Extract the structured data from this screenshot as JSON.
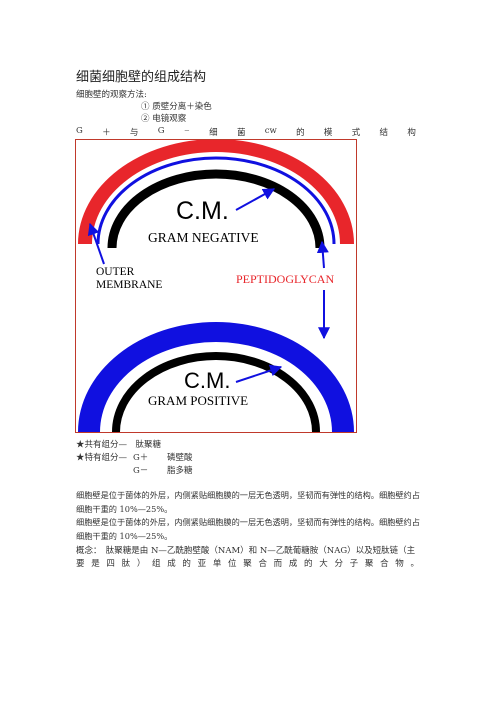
{
  "title": "细菌细胞壁的组成结构",
  "intro": "细胞壁的观察方法:",
  "methods": [
    "① 质壁分离＋染色",
    "② 电镜观察"
  ],
  "heading_chars": [
    "G",
    "＋",
    "与",
    "G",
    "－",
    "细",
    "菌",
    "cw",
    "的",
    "模",
    "式",
    "结",
    "构"
  ],
  "figure": {
    "top_label": "C.M.",
    "top_caption": "GRAM NEGATIVE",
    "outer_label_1": "OUTER",
    "outer_label_2": "MEMBRANE",
    "peptido_label": "PEPTIDOGLYCAN",
    "bottom_label": "C.M.",
    "bottom_caption": "GRAM POSITIVE",
    "colors": {
      "outer": "#e8262b",
      "peptidoglycan": "#1010e0",
      "membrane": "#000000",
      "peptido_text": "#e8262b"
    }
  },
  "components": {
    "shared": "★共有组分—　肽聚糖",
    "specific_label": "★特有组分—",
    "specific": [
      {
        "type": "G＋",
        "name": "磷壁酸"
      },
      {
        "type": "G－",
        "name": "脂多糖"
      }
    ]
  },
  "paragraphs": [
    "细胞壁是位于菌体的外层，内侧紧贴细胞膜的一层无色透明，坚韧而有弹性的结构。细胞壁约占细胞干重的 10%—25%。",
    "细胞壁是位于菌体的外层，内侧紧贴细胞膜的一层无色透明，坚韧而有弹性的结构。细胞壁约占细胞干重的 10%—25%。"
  ],
  "concept_line1": "概念：　肽聚糖是由 N—乙酰胞壁酸（NAM）和 N—乙酰葡糖胺（NAG）以及短肽链（主",
  "concept_line2_chars": [
    "要",
    "是",
    "四",
    "肽",
    "）",
    "组",
    "成",
    "的",
    "亚",
    "单",
    "位",
    "聚",
    "合",
    "而",
    "成",
    "的",
    "大",
    "分",
    "子",
    "聚",
    "合",
    "物",
    "。"
  ]
}
